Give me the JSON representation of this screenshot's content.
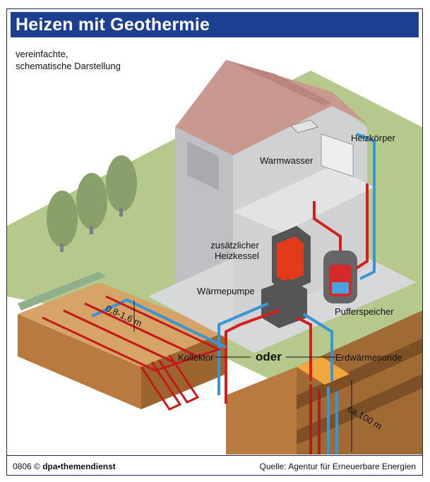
{
  "header": {
    "title": "Heizen mit Geothermie",
    "subtitle_line1": "vereinfachte,",
    "subtitle_line2": "schematische Darstellung"
  },
  "labels": {
    "radiator": "Heizkörper",
    "hot_water": "Warmwasser",
    "boiler_line1": "zusätzlicher",
    "boiler_line2": "Heizkessel",
    "heat_pump": "Wärmepumpe",
    "buffer_tank": "Pufferspeicher",
    "collector": "Kollektor",
    "or": "oder",
    "borehole_probe": "Erdwärmesonde",
    "collector_depth": "0,8-1,6 m",
    "probe_depth": "ca.100 m"
  },
  "footer": {
    "code": "0806 ©",
    "brand": "dpa•themendienst",
    "source": "Quelle: Agentur für Erneuerbare Energien"
  },
  "colors": {
    "title_bg": "#1d3f91",
    "grass": "#b5c98d",
    "roof": "#c9998f",
    "wall": "#c8c9cb",
    "soil": "#c48a4e",
    "hot_pipe": "#d41f1f",
    "cold_pipe": "#3a95d4"
  }
}
